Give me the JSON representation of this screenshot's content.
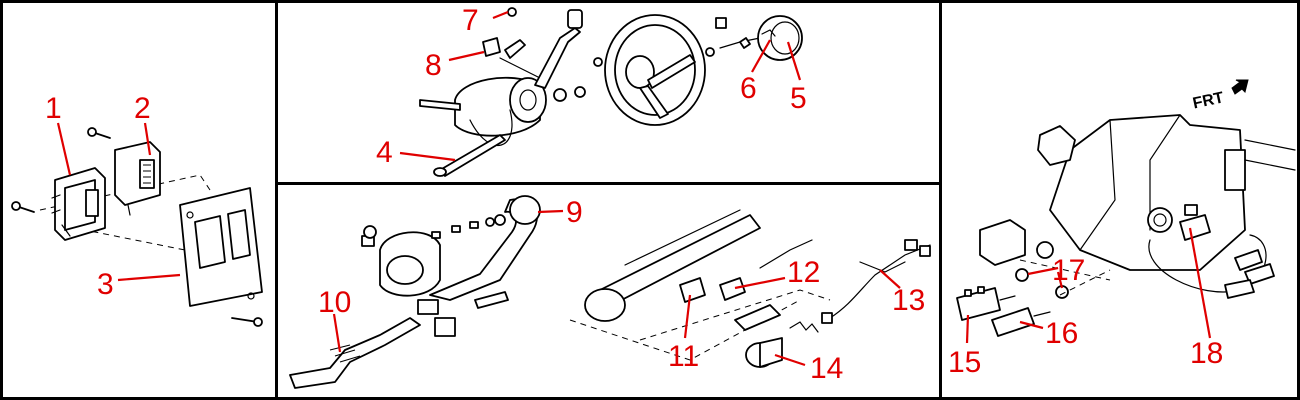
{
  "colors": {
    "callout": "#e00000",
    "line": "#000000",
    "background": "#ffffff"
  },
  "direction_label": "FRT",
  "callouts": [
    {
      "number": "1",
      "panel": "switch-assembly"
    },
    {
      "number": "2",
      "panel": "switch-assembly"
    },
    {
      "number": "3",
      "panel": "switch-assembly"
    },
    {
      "number": "4",
      "panel": "steering-wheel"
    },
    {
      "number": "5",
      "panel": "steering-wheel"
    },
    {
      "number": "6",
      "panel": "steering-wheel"
    },
    {
      "number": "7",
      "panel": "steering-wheel"
    },
    {
      "number": "8",
      "panel": "steering-wheel"
    },
    {
      "number": "9",
      "panel": "steering-column"
    },
    {
      "number": "10",
      "panel": "steering-column"
    },
    {
      "number": "11",
      "panel": "steering-column"
    },
    {
      "number": "12",
      "panel": "steering-column"
    },
    {
      "number": "13",
      "panel": "steering-column"
    },
    {
      "number": "14",
      "panel": "steering-column"
    },
    {
      "number": "15",
      "panel": "dash-mount"
    },
    {
      "number": "16",
      "panel": "dash-mount"
    },
    {
      "number": "17",
      "panel": "dash-mount"
    },
    {
      "number": "18",
      "panel": "dash-mount"
    }
  ]
}
